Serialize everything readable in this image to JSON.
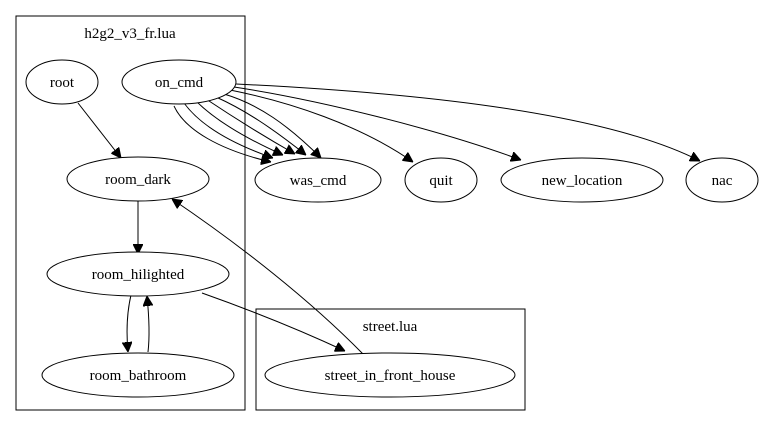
{
  "diagram": {
    "clusters": [
      {
        "id": "h2g2",
        "label": "h2g2_v3_fr.lua"
      },
      {
        "id": "street",
        "label": "street.lua"
      }
    ],
    "nodes": [
      {
        "id": "root",
        "label": "root"
      },
      {
        "id": "on_cmd",
        "label": "on_cmd"
      },
      {
        "id": "room_dark",
        "label": "room_dark"
      },
      {
        "id": "room_hilighted",
        "label": "room_hilighted"
      },
      {
        "id": "room_bathroom",
        "label": "room_bathroom"
      },
      {
        "id": "was_cmd",
        "label": "was_cmd"
      },
      {
        "id": "quit",
        "label": "quit"
      },
      {
        "id": "new_location",
        "label": "new_location"
      },
      {
        "id": "nac",
        "label": "nac"
      },
      {
        "id": "street_in_front_house",
        "label": "street_in_front_house"
      }
    ],
    "edges": [
      {
        "from": "root",
        "to": "room_dark"
      },
      {
        "from": "room_dark",
        "to": "room_hilighted"
      },
      {
        "from": "room_hilighted",
        "to": "room_bathroom"
      },
      {
        "from": "room_bathroom",
        "to": "room_hilighted"
      },
      {
        "from": "room_hilighted",
        "to": "street_in_front_house"
      },
      {
        "from": "street_in_front_house",
        "to": "room_dark"
      },
      {
        "from": "on_cmd",
        "to": "was_cmd"
      },
      {
        "from": "on_cmd",
        "to": "was_cmd"
      },
      {
        "from": "on_cmd",
        "to": "was_cmd"
      },
      {
        "from": "on_cmd",
        "to": "was_cmd"
      },
      {
        "from": "on_cmd",
        "to": "was_cmd"
      },
      {
        "from": "on_cmd",
        "to": "was_cmd"
      },
      {
        "from": "on_cmd",
        "to": "quit"
      },
      {
        "from": "on_cmd",
        "to": "new_location"
      },
      {
        "from": "on_cmd",
        "to": "nac"
      }
    ]
  }
}
